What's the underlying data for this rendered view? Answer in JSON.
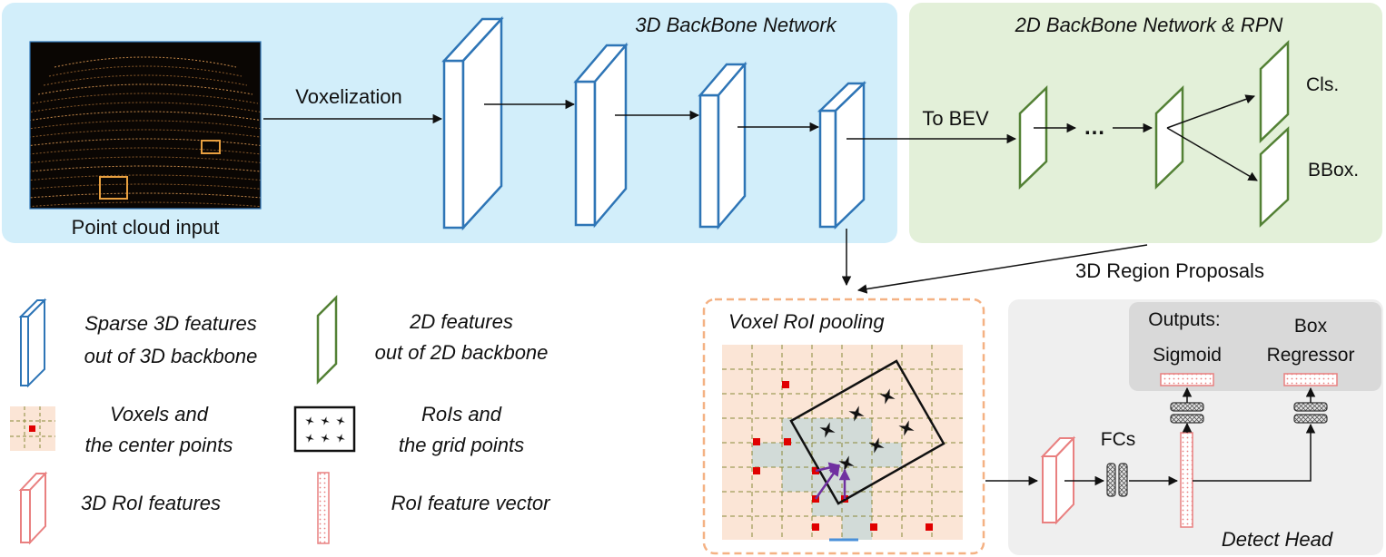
{
  "backbone3d": {
    "title": "3D BackBone Network",
    "voxelization_label": "Voxelization",
    "point_cloud_label": "Point cloud input"
  },
  "backbone2d": {
    "title": "2D BackBone Network & RPN",
    "to_bev_label": "To BEV",
    "ellipsis": "…",
    "cls_label": "Cls.",
    "bbox_label": "BBox."
  },
  "proposals_label": "3D Region Proposals",
  "legend": {
    "sparse3d": [
      "Sparse 3D features",
      "out of 3D backbone"
    ],
    "features2d": [
      "2D features",
      "out of 2D backbone"
    ],
    "voxels": [
      "Voxels and",
      "the center points"
    ],
    "rois": [
      "RoIs and",
      "the grid points"
    ],
    "roi3d": "3D RoI features",
    "roi_vector": "RoI feature vector"
  },
  "pooling": {
    "title": "Voxel RoI pooling"
  },
  "head": {
    "outputs_label": "Outputs:",
    "sigmoid_label": "Sigmoid",
    "box_label_line1": "Box",
    "box_label_line2": "Regressor",
    "fcs_label": "FCs",
    "title": "Detect Head"
  },
  "colors": {
    "blue_panel": "#d2eefa",
    "green_panel": "#e3f0d9",
    "head_panel": "#efefef",
    "outputs_panel": "#d9d9d9",
    "blue_feature": "#2e75b6",
    "green_feature": "#538135",
    "red_feature": "#e98080",
    "voxel_fill": "#fbe5d6",
    "voxel_point": "#e00000",
    "orange_dash": "#f4b183",
    "arrow_purple": "#7030a0"
  }
}
